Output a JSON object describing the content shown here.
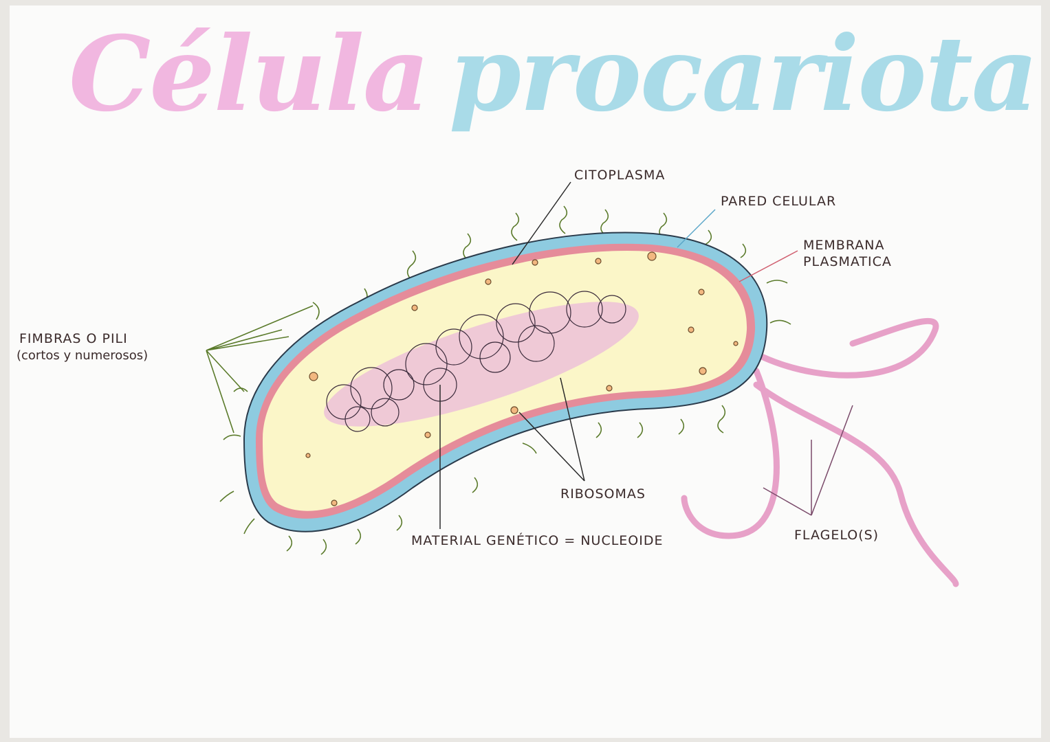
{
  "title": {
    "word1": "Célula",
    "word2": "procariota"
  },
  "labels": {
    "citoplasma": "CITOPLASMA",
    "pared": "PARED CELULAR",
    "membrana_1": "MEMBRANA",
    "membrana_2": "PLASMATICA",
    "fimbrias_1": "FIMBRAS O PILI",
    "fimbrias_2": "(cortos y numerosos)",
    "ribosomas": "RIBOSOMAS",
    "nucleoide": "MATERIAL GENÉTICO = NUCLEOIDE",
    "flagelos": "FLAGELO(S)"
  },
  "colors": {
    "wall": "#8ecbe0",
    "membrane": "#e58c9a",
    "cytoplasm": "#fbf6c8",
    "nucleoid": "#e9b6dc",
    "flagella": "#e7a1c8",
    "pili": "#5a7a2a"
  }
}
